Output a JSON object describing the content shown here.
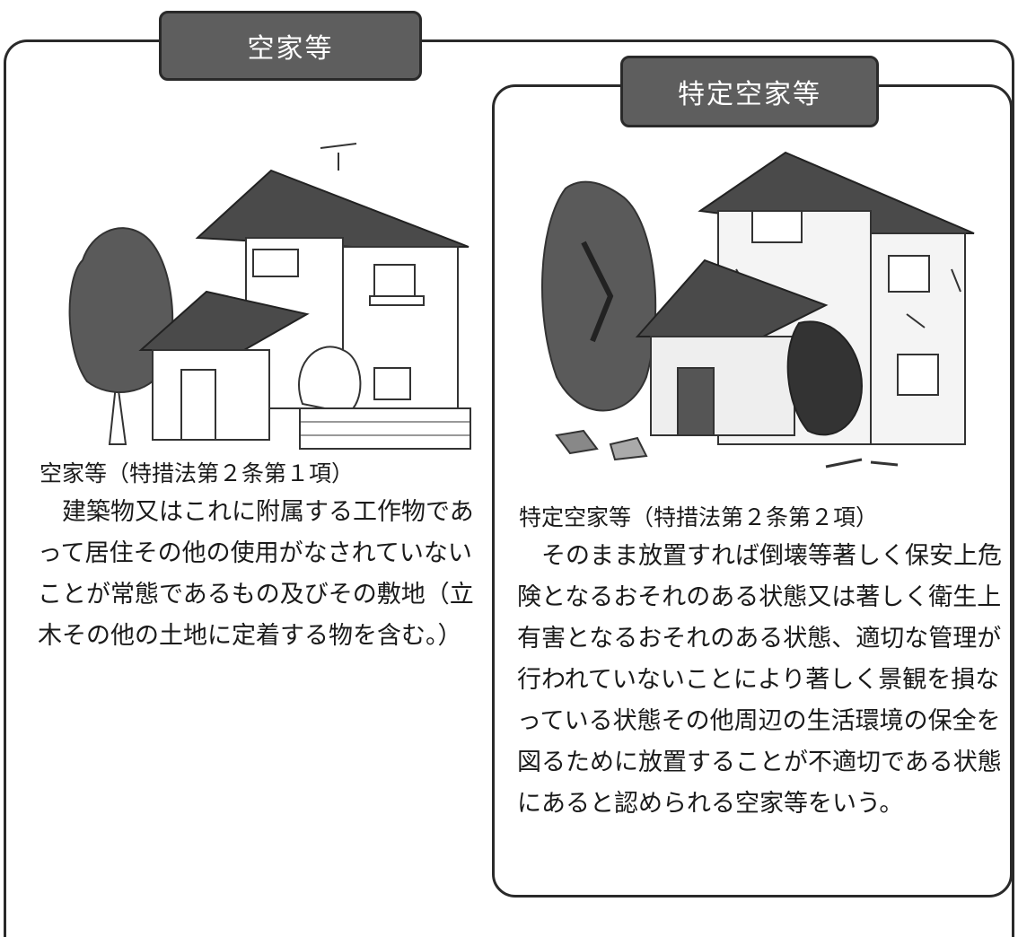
{
  "left_panel": {
    "tag": "空家等",
    "title": "空家等（特措法第２条第１項）",
    "body": "建築物又はこれに附属する工作物であって居住その他の使用がなされていないことが常態であるもの及びその敷地（立木その他の土地に定着する物を含む。）"
  },
  "right_panel": {
    "tag": "特定空家等",
    "title": "特定空家等（特措法第２条第２項）",
    "body": "そのまま放置すれば倒壊等著しく保安上危険となるおそれのある状態又は著しく衛生上有害となるおそれのある状態、適切な管理が行われていないことにより著しく景観を損なっている状態その他周辺の生活環境の保全を図るために放置することが不適切である状態にあると認められる空家等をいう。"
  },
  "colors": {
    "tag_fill": "#5e5e5e",
    "border": "#2a2a2a",
    "roof": "#4a4a4a",
    "tree": "#5a5a5a"
  }
}
